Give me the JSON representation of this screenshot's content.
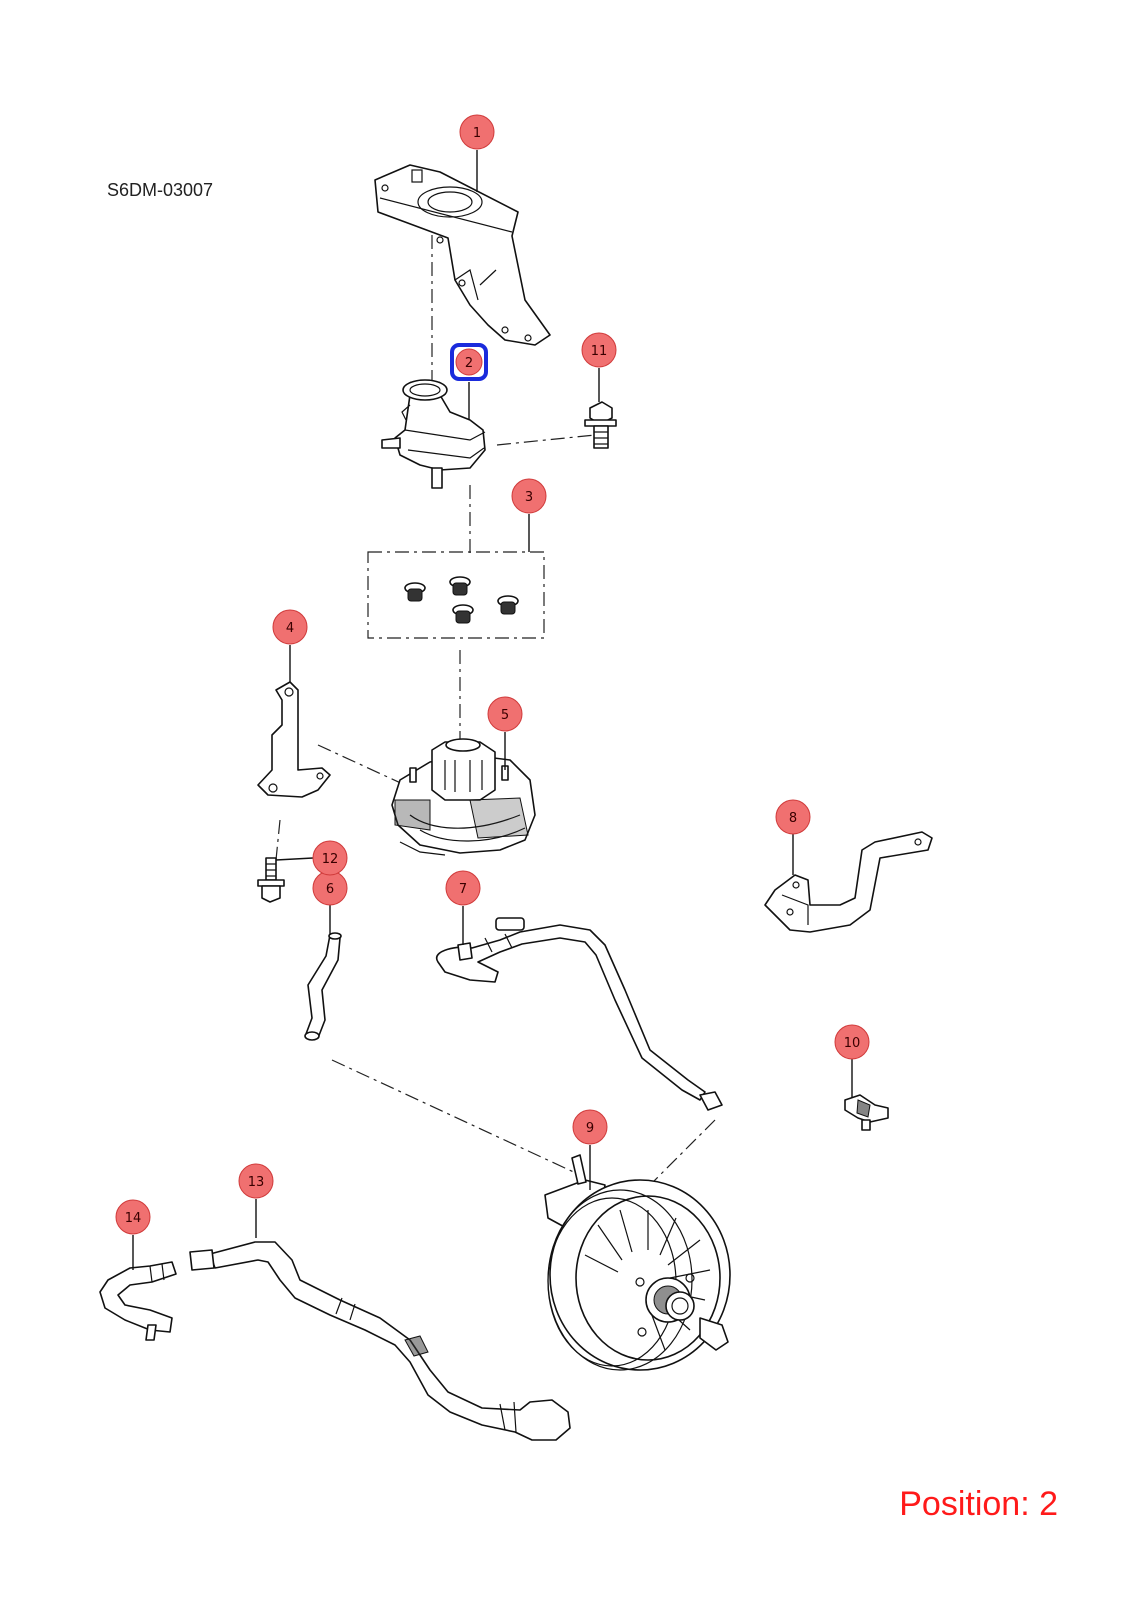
{
  "diagram": {
    "ref_code": "S6DM-03007",
    "position_label": "Position: 2",
    "selected": "2",
    "colors": {
      "callout_fill": "#f07070",
      "callout_stroke": "#d03a3a",
      "highlight": "#1a2bdc",
      "position_text": "#ff1a1a"
    },
    "callouts": [
      {
        "label": "1"
      },
      {
        "label": "2"
      },
      {
        "label": "3"
      },
      {
        "label": "4"
      },
      {
        "label": "5"
      },
      {
        "label": "6"
      },
      {
        "label": "7"
      },
      {
        "label": "8"
      },
      {
        "label": "9"
      },
      {
        "label": "10"
      },
      {
        "label": "11"
      },
      {
        "label": "12"
      },
      {
        "label": "13"
      },
      {
        "label": "14"
      }
    ]
  }
}
